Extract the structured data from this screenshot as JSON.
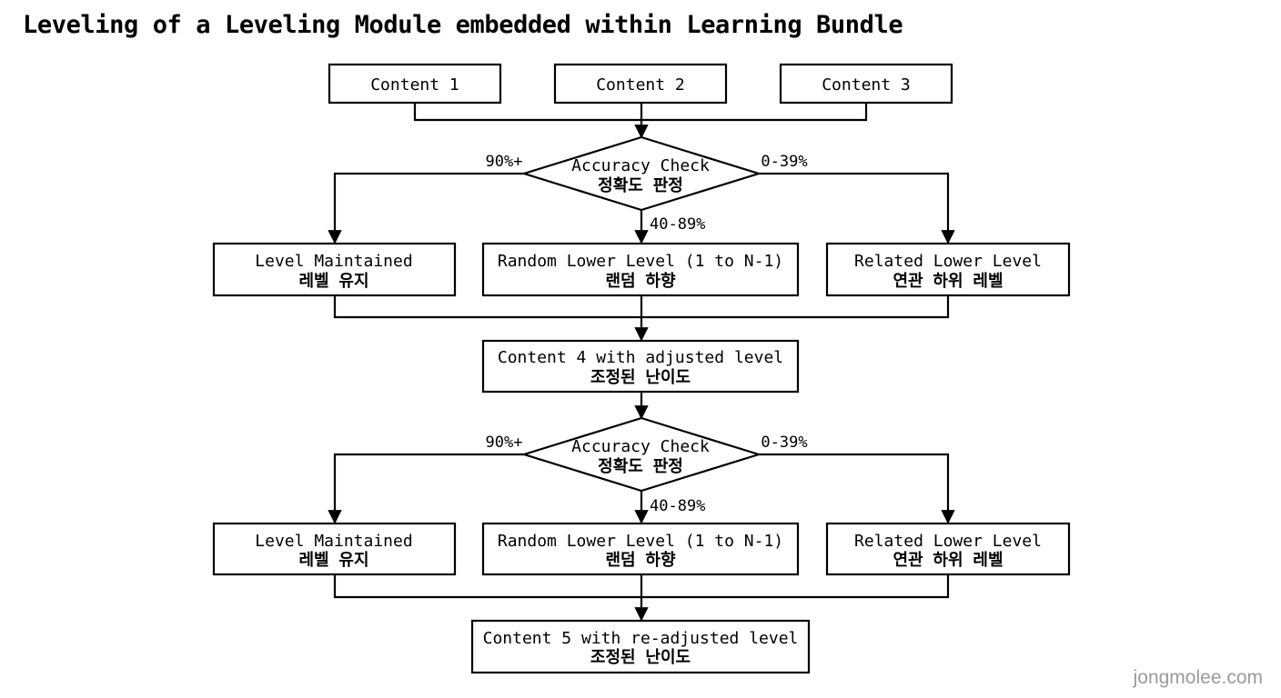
{
  "title": "Leveling of a Leveling Module embedded within Learning Bundle",
  "nodes": {
    "content1": "Content 1",
    "content2": "Content 2",
    "content3": "Content 3",
    "check1": {
      "en": "Accuracy Check",
      "ko": "정확도 판정"
    },
    "maintain1": {
      "en": "Level Maintained",
      "ko": "레벨 유지"
    },
    "random1": {
      "en": "Random Lower Level (1 to N-1)",
      "ko": "랜덤 하향"
    },
    "related1": {
      "en": "Related Lower Level",
      "ko": "연관 하위 레벨"
    },
    "content4": {
      "en": "Content 4 with adjusted level",
      "ko": "조정된 난이도"
    },
    "check2": {
      "en": "Accuracy Check",
      "ko": "정확도 판정"
    },
    "maintain2": {
      "en": "Level Maintained",
      "ko": "레벨 유지"
    },
    "random2": {
      "en": "Random Lower Level (1 to N-1)",
      "ko": "랜덤 하향"
    },
    "related2": {
      "en": "Related Lower Level",
      "ko": "연관 하위 레벨"
    },
    "content5": {
      "en": "Content 5 with re-adjusted level",
      "ko": "조정된 난이도"
    }
  },
  "edge_labels": {
    "high1": "90%+",
    "mid1": "40-89%",
    "low1": "0-39%",
    "high2": "90%+",
    "mid2": "40-89%",
    "low2": "0-39%"
  },
  "watermark": "jongmolee.com"
}
